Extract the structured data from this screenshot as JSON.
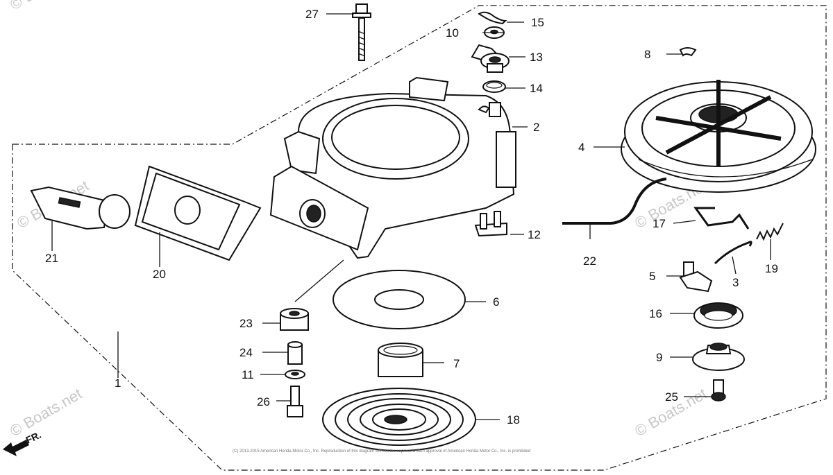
{
  "labels": {
    "p1": "1",
    "p2": "2",
    "p3": "3",
    "p4": "4",
    "p5": "5",
    "p6": "6",
    "p7": "7",
    "p8": "8",
    "p9": "9",
    "p10": "10",
    "p11": "11",
    "p12": "12",
    "p13": "13",
    "p14": "14",
    "p15": "15",
    "p16": "16",
    "p17": "17",
    "p18": "18",
    "p19": "19",
    "p20": "20",
    "p21": "21",
    "p22": "22",
    "p23": "23",
    "p24": "24",
    "p25": "25",
    "p26": "26",
    "p27": "27"
  },
  "front_marker": "FR.",
  "watermark": "© Boats.net",
  "copyright": "(C) 2013-2015 American Honda Motor Co., Inc. Reproduction of this diagram without the express written approval of American Honda Motor Co., Inc. is prohibited"
}
